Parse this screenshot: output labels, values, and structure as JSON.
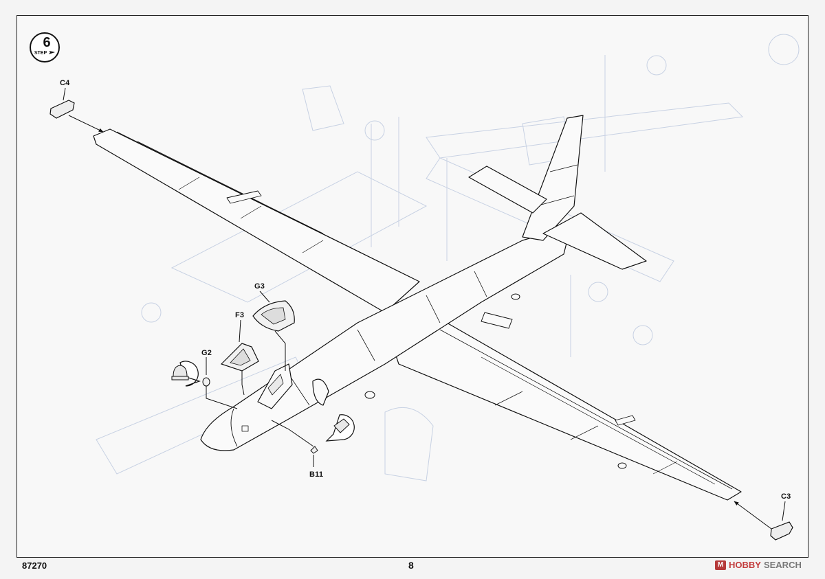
{
  "step": {
    "number": "6",
    "word": "STEP"
  },
  "parts": {
    "c4": "C4",
    "g3": "G3",
    "f3": "F3",
    "g2": "G2",
    "b11": "B11",
    "c3": "C3"
  },
  "footer": {
    "code": "87270",
    "page": "8"
  },
  "watermark": {
    "logo": "M",
    "brand": "HOBBY",
    "word": "SEARCH"
  }
}
